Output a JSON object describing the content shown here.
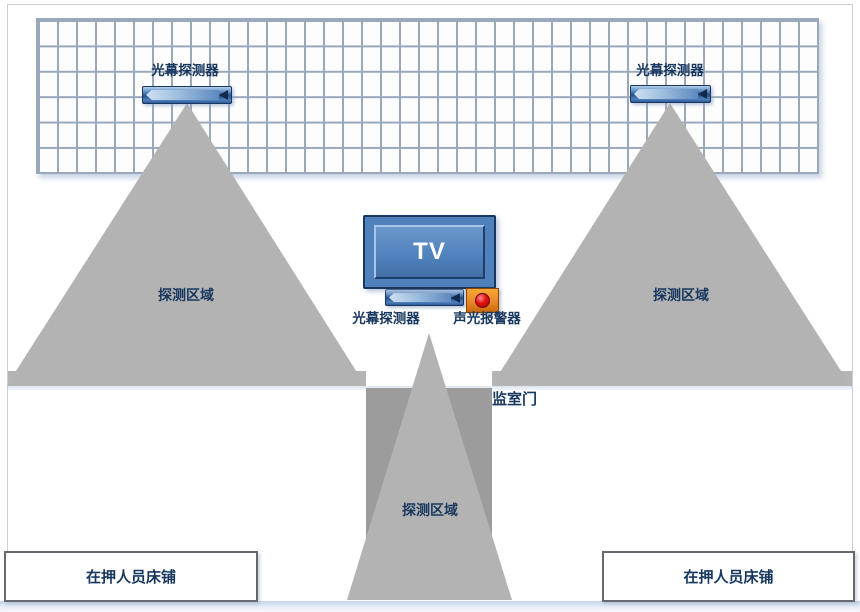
{
  "labels": {
    "detector_top_left": "光幕探测器",
    "detector_top_right": "光幕探测器",
    "detector_center": "光幕探测器",
    "alarm": "声光报警器",
    "tv": "TV",
    "door": "监室门",
    "area_left": "探测区域",
    "area_right": "探测区域",
    "area_center": "探测区域",
    "bed_left": "在押人员床铺",
    "bed_right": "在押人员床铺"
  },
  "colors": {
    "label_navy": "#17375e",
    "detector_blue": "#4f81bd",
    "tv_blue": "#4f81bd",
    "alarm_orange": "#e8872a",
    "alarm_lamp_red": "#e01010",
    "detection_area_gray": "#b3b3b3",
    "door_gray": "#9c9c9c",
    "grid_line_blue_gray": "#9aa8bc",
    "floor_strip_blue": "#c5d4e8"
  }
}
